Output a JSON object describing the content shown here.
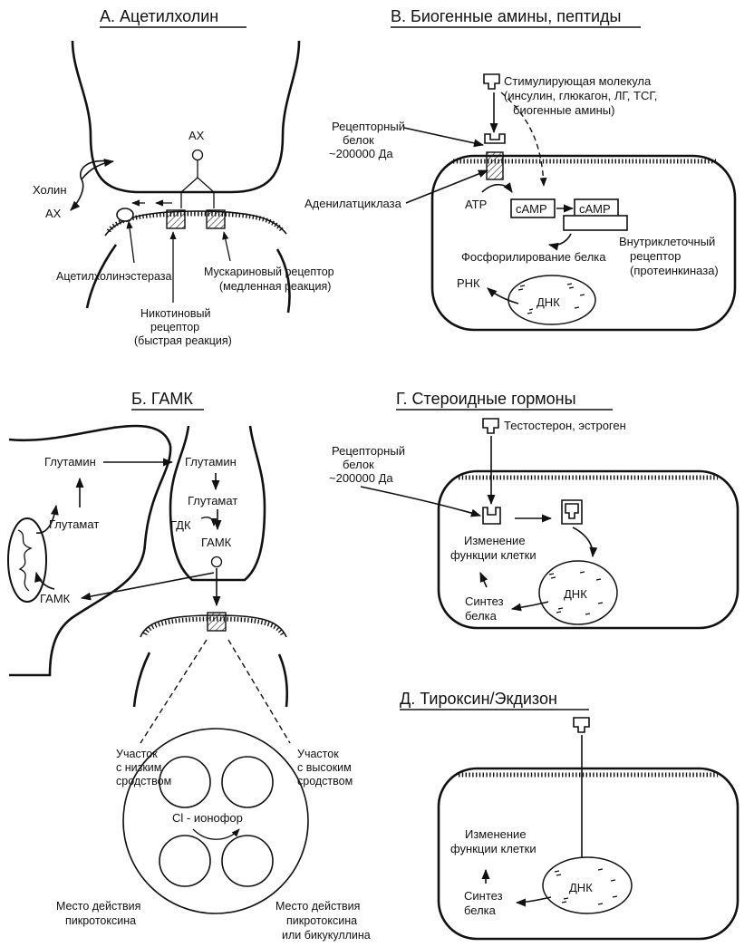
{
  "panels": {
    "a": {
      "title": "А. Ацетилхолин",
      "ax_top": "АХ",
      "choline": "Холин",
      "ax_left": "АХ",
      "acetylcholinesterase": "Ацетилхолинэстераза",
      "muscarinic_1": "Мускариновый рецептор",
      "muscarinic_2": "(медленная реакция)",
      "nicotinic_1": "Никотиновый",
      "nicotinic_2": "рецептор",
      "nicotinic_3": "(быстрая реакция)"
    },
    "b": {
      "title": "Б. ГАМК",
      "glutamine_left": "Глутамин",
      "glutamine_right": "Глутамин",
      "glutamate_left": "Глутамат",
      "glutamate_right": "Глутамат",
      "gdk": "ГДК",
      "gaba_right": "ГАМК",
      "gaba_left": "ГАМК",
      "low_affinity_1": "Участок",
      "low_affinity_2": "с низким",
      "low_affinity_3": "сродством",
      "high_affinity_1": "Участок",
      "high_affinity_2": "с высоким",
      "high_affinity_3": "сродством",
      "ionophore": "Cl - ионофор",
      "picrotoxin_1": "Место действия",
      "picrotoxin_2": "пикротоксина",
      "bicuculline_1": "Место действия",
      "bicuculline_2": "пикротоксина",
      "bicuculline_3": "или бикукуллина"
    },
    "v": {
      "title": "В. Биогенные амины, пептиды",
      "stim_1": "Стимулирующая молекула",
      "stim_2": "(инсулин, глюкагон, ЛГ, ТСГ,",
      "stim_3": "биогенные амины)",
      "receptor_1": "Рецепторный",
      "receptor_2": "белок",
      "receptor_3": "~200000 Да",
      "adenylate": "Аденилатциклаза",
      "atp": "АТР",
      "camp1": "cAMP",
      "camp2": "cAMP",
      "phosph": "Фосфорилирование белка",
      "rna": "РНК",
      "dna": "ДНК",
      "intra_1": "Внутриклеточный",
      "intra_2": "рецептор",
      "intra_3": "(протеинкиназа)"
    },
    "g": {
      "title": "Г. Стероидные гормоны",
      "hormones": "Тестостерон, эстроген",
      "receptor_1": "Рецепторный",
      "receptor_2": "белок",
      "receptor_3": "~200000 Да",
      "change_1": "Изменение",
      "change_2": "функции клетки",
      "synth_1": "Синтез",
      "synth_2": "белка",
      "dna": "ДНК"
    },
    "d": {
      "title": "Д. Тироксин/Экдизон",
      "change_1": "Изменение",
      "change_2": "функции клетки",
      "synth_1": "Синтез",
      "synth_2": "белка",
      "dna": "ДНК"
    }
  }
}
